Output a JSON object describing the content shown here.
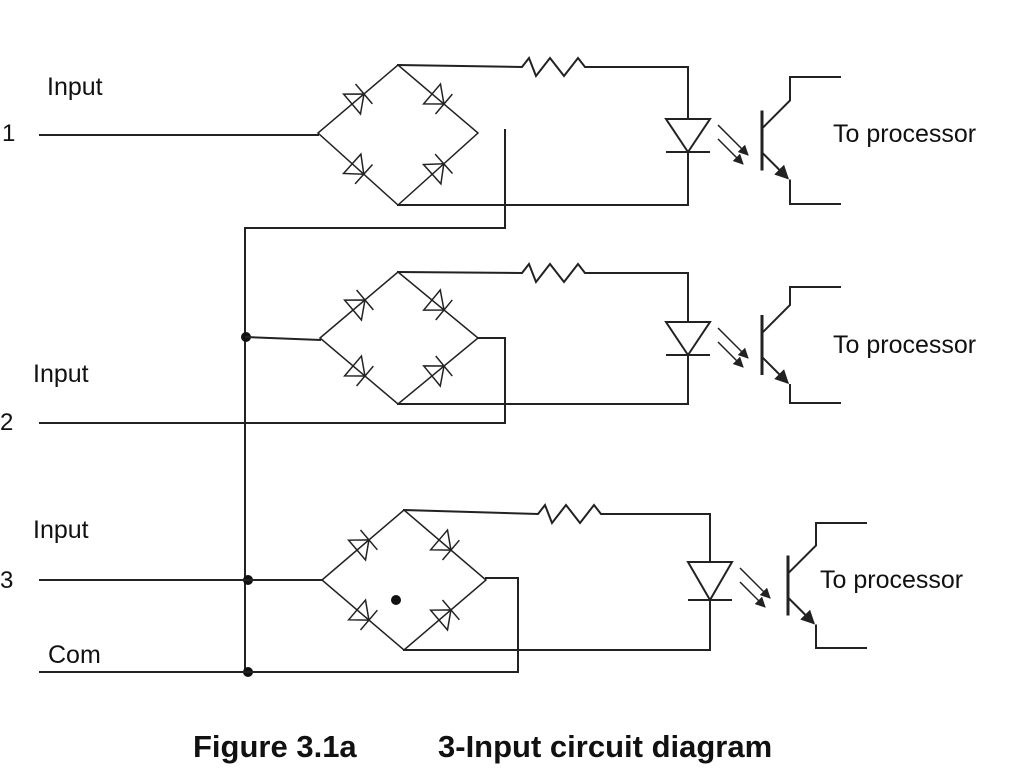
{
  "labels": {
    "input_1": "Input",
    "number_1": "1",
    "input_2": "Input",
    "number_2": "2",
    "input_3": "Input",
    "number_3": "3",
    "com": "Com",
    "out_1": "To processor",
    "out_2": "To processor",
    "out_3": "To processor"
  },
  "caption": {
    "figure": "Figure 3.1a",
    "title": "3-Input circuit diagram"
  }
}
